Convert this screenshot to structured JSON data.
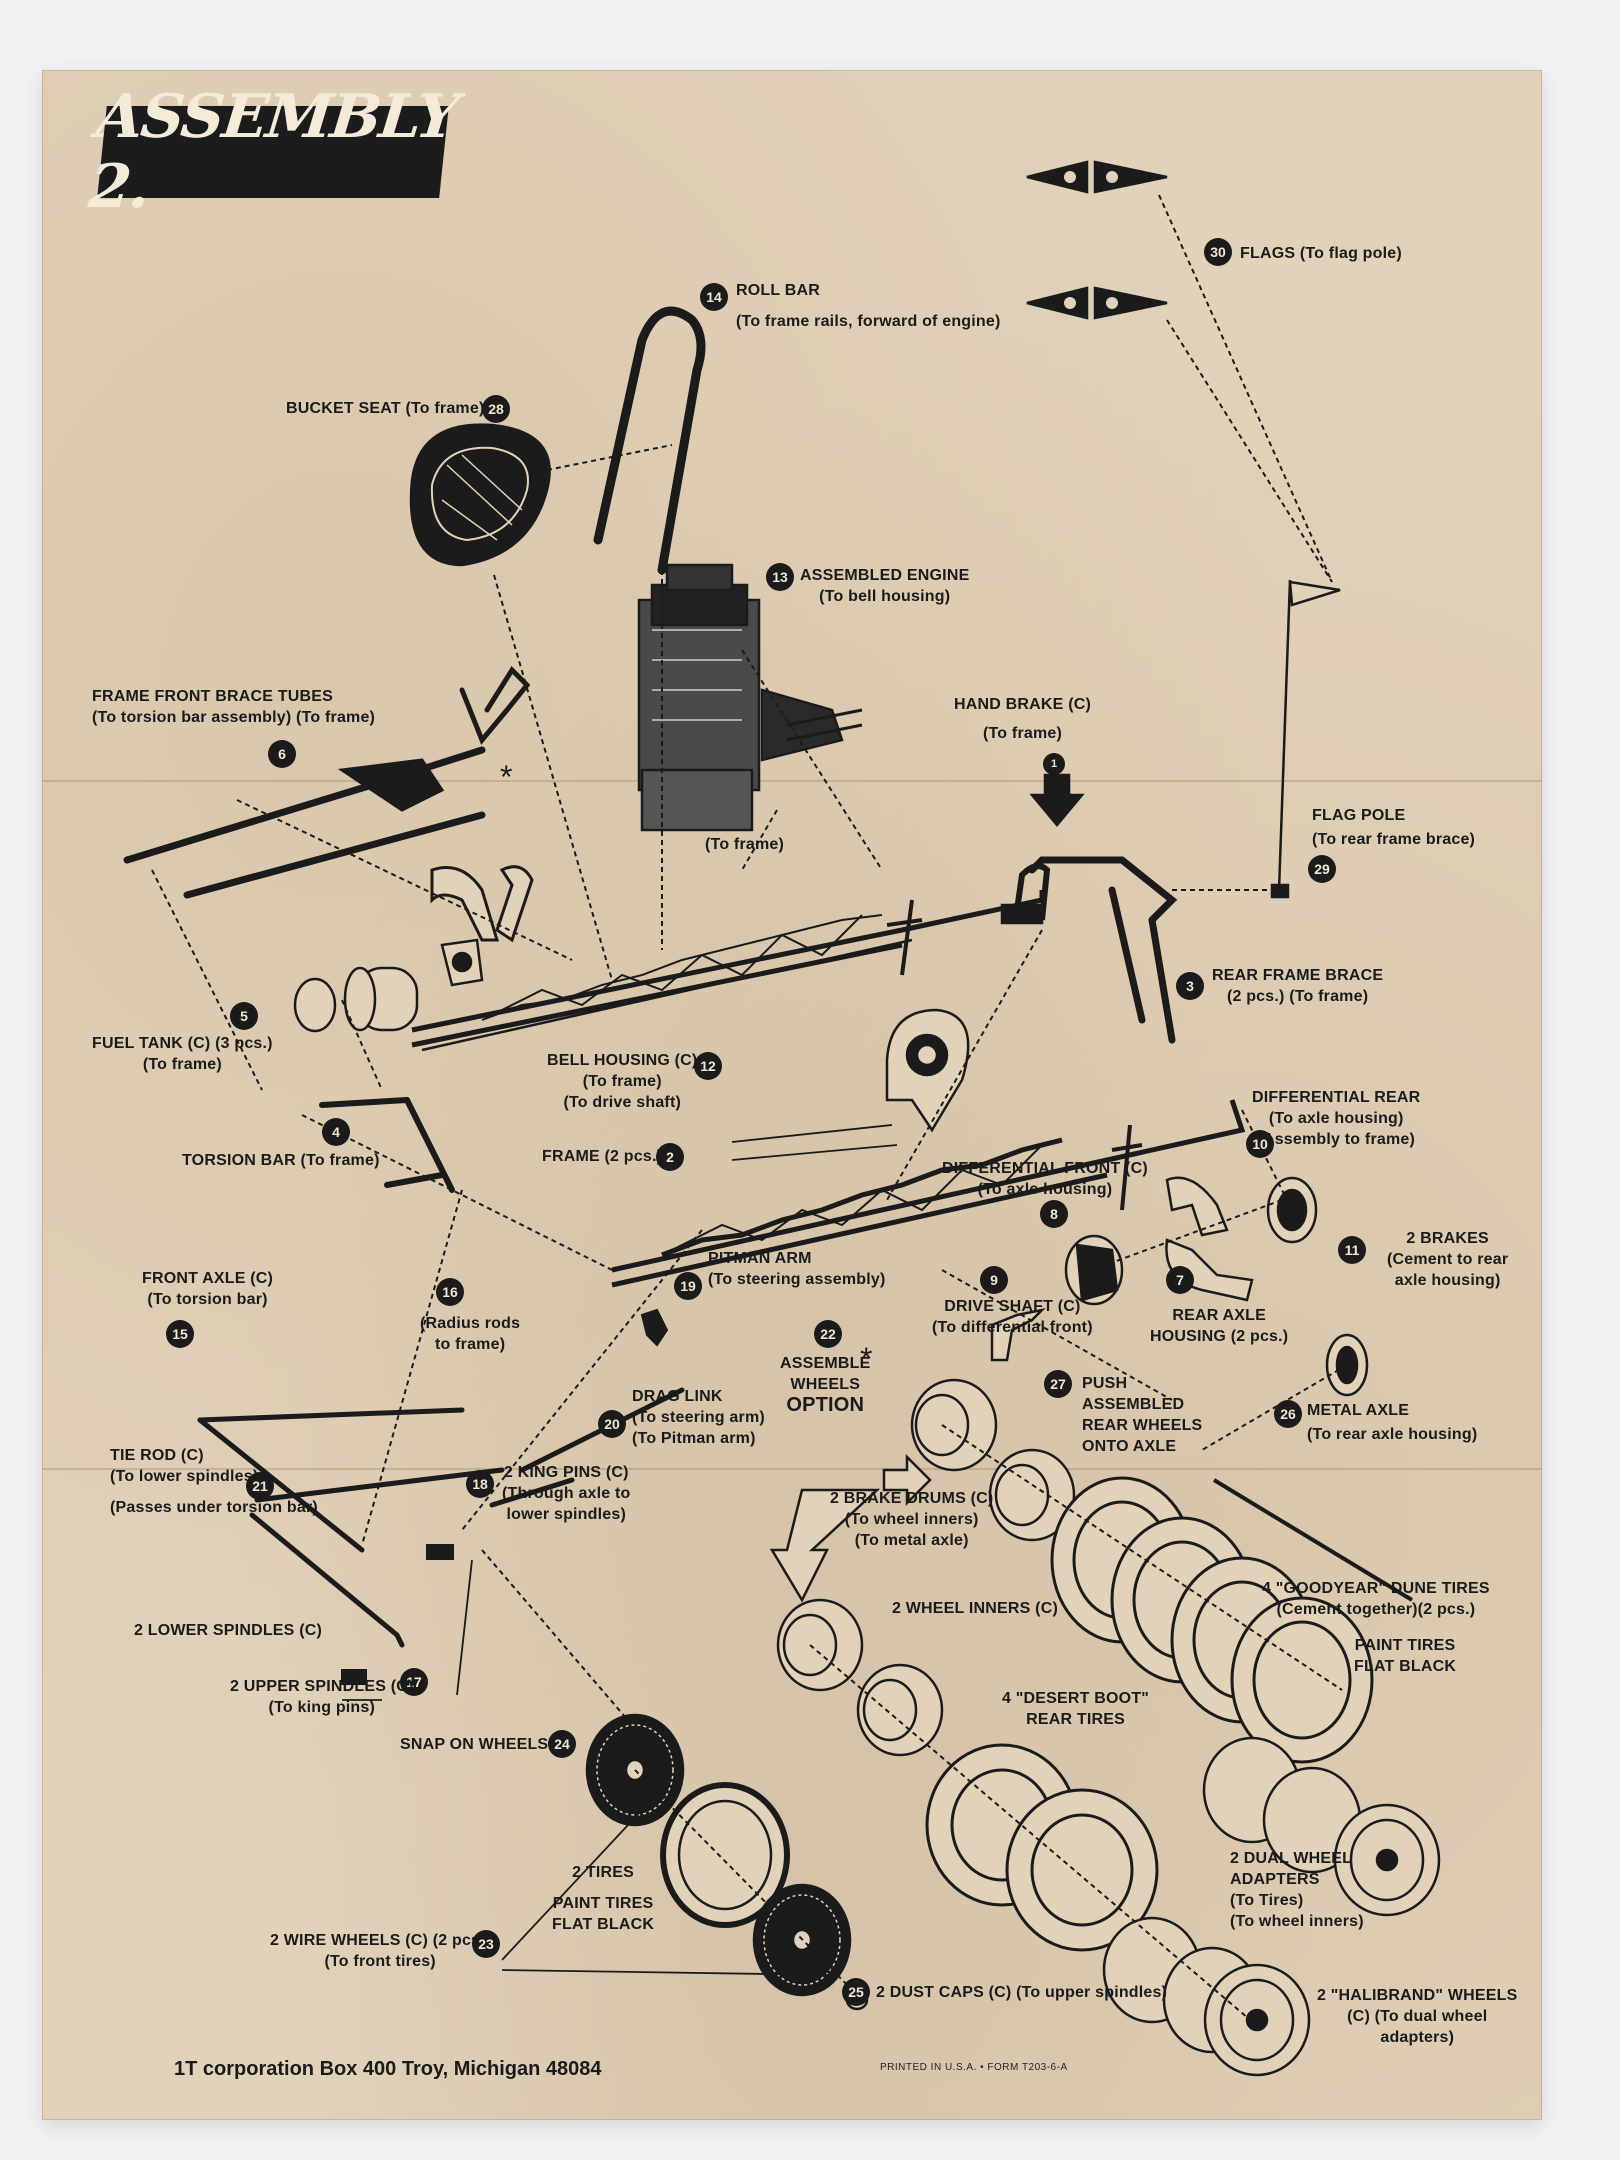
{
  "title": "ASSEMBLY 2.",
  "parts": [
    {
      "num": "30",
      "lines": [
        "FLAGS (To flag pole)"
      ]
    },
    {
      "num": "14",
      "lines": [
        "ROLL BAR",
        "(To frame rails, forward of engine)"
      ]
    },
    {
      "num": "28",
      "lines": [
        "BUCKET SEAT (To frame)"
      ]
    },
    {
      "num": "13",
      "lines": [
        "ASSEMBLED ENGINE",
        "(To bell housing)"
      ]
    },
    {
      "num": "6",
      "lines": [
        "FRAME FRONT BRACE TUBES",
        "(To torsion bar assembly) (To frame)"
      ]
    },
    {
      "num": "1",
      "lines": [
        "HAND BRAKE (C)",
        "(To frame)"
      ]
    },
    {
      "num": "",
      "lines": [
        "(To frame)"
      ]
    },
    {
      "num": "29",
      "lines": [
        "FLAG POLE",
        "(To rear frame brace)"
      ]
    },
    {
      "num": "5",
      "lines": [
        "FUEL TANK (C) (3 pcs.)",
        "(To frame)"
      ]
    },
    {
      "num": "3",
      "lines": [
        "REAR FRAME BRACE",
        "(2 pcs.) (To frame)"
      ]
    },
    {
      "num": "12",
      "lines": [
        "BELL HOUSING (C)",
        "(To frame)",
        "(To drive shaft)"
      ]
    },
    {
      "num": "10",
      "lines": [
        "DIFFERENTIAL REAR",
        "(To axle housing)",
        "(Assembly to frame)"
      ]
    },
    {
      "num": "4",
      "lines": [
        "TORSION BAR (To frame)"
      ]
    },
    {
      "num": "2",
      "lines": [
        "FRAME (2 pcs.)"
      ]
    },
    {
      "num": "8",
      "lines": [
        "DIFFERENTIAL FRONT (C)",
        "(To axle housing)"
      ]
    },
    {
      "num": "11",
      "lines": [
        "2 BRAKES",
        "(Cement to rear",
        "axle housing)"
      ]
    },
    {
      "num": "9",
      "lines": [
        "DRIVE SHAFT (C)",
        "(To differential front)"
      ]
    },
    {
      "num": "7",
      "lines": [
        "REAR AXLE",
        "HOUSING (2 pcs.)"
      ]
    },
    {
      "num": "15",
      "lines": [
        "FRONT AXLE (C)",
        "(To torsion bar)"
      ]
    },
    {
      "num": "16",
      "lines": [
        "(Radius rods",
        "to frame)"
      ]
    },
    {
      "num": "19",
      "lines": [
        "PITMAN ARM",
        "(To steering assembly)"
      ]
    },
    {
      "num": "22",
      "lines": [
        "ASSEMBLE",
        "WHEELS"
      ]
    },
    {
      "num": "27",
      "lines": [
        "PUSH",
        "ASSEMBLED",
        "REAR WHEELS",
        "ONTO AXLE"
      ]
    },
    {
      "num": "26",
      "lines": [
        "METAL AXLE",
        "(To rear axle housing)"
      ]
    },
    {
      "num": "20",
      "lines": [
        "DRAG LINK",
        "(To steering arm)",
        "(To Pitman arm)"
      ]
    },
    {
      "num": "21",
      "lines": [
        "TIE ROD (C)",
        "(To lower spindles)",
        "(Passes under torsion bar)"
      ]
    },
    {
      "num": "18",
      "lines": [
        "2 KING PINS (C)",
        "(Through axle to",
        "lower spindles)"
      ]
    },
    {
      "num": "",
      "lines": [
        "2 BRAKE DRUMS (C)",
        "(To wheel inners)",
        "(To metal axle)"
      ]
    },
    {
      "num": "",
      "lines": [
        "2 WHEEL INNERS (C)"
      ]
    },
    {
      "num": "",
      "lines": [
        "4 \"GOODYEAR\" DUNE TIRES",
        "(Cement together)(2 pcs.)"
      ]
    },
    {
      "num": "",
      "lines": [
        "PAINT TIRES",
        "FLAT BLACK"
      ]
    },
    {
      "num": "",
      "lines": [
        "2 LOWER SPINDLES (C)"
      ]
    },
    {
      "num": "17",
      "lines": [
        "2 UPPER SPINDLES (C)",
        "(To king pins)"
      ]
    },
    {
      "num": "",
      "lines": [
        "4 \"DESERT BOOT\"",
        "REAR TIRES"
      ]
    },
    {
      "num": "24",
      "lines": [
        "SNAP ON WHEELS"
      ]
    },
    {
      "num": "",
      "lines": [
        "2 TIRES",
        "PAINT TIRES",
        "FLAT BLACK"
      ]
    },
    {
      "num": "",
      "lines": [
        "2 DUAL WHEEL",
        "ADAPTERS",
        "(To Tires)",
        "(To wheel inners)"
      ]
    },
    {
      "num": "23",
      "lines": [
        "2 WIRE WHEELS (C) (2 pcs.)",
        "(To front tires)"
      ]
    },
    {
      "num": "25",
      "lines": [
        "2 DUST CAPS (C) (To upper spindles)"
      ]
    },
    {
      "num": "",
      "lines": [
        "2 \"HALIBRAND\" WHEELS",
        "(C) (To dual wheel",
        "adapters)"
      ]
    }
  ],
  "option_label": "OPTION",
  "footer": "1T corporation Box 400 Troy, Michigan 48084",
  "print_info": "PRINTED IN U.S.A.  •  FORM T203-6-A"
}
